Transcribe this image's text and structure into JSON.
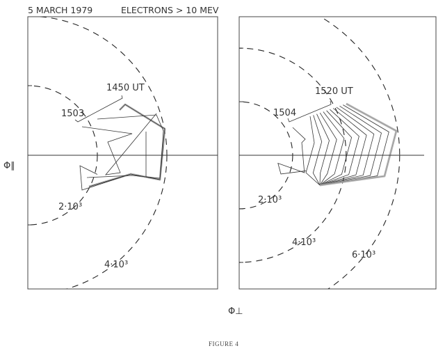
{
  "figure": {
    "caption": "FIGURE 4",
    "title_date": "5 MARCH 1979",
    "title_particles": "ELECTRONS > 10 MEV",
    "y_axis_label": "Φ∥",
    "x_axis_label": "Φ⊥"
  },
  "chart_data": [
    {
      "type": "line",
      "panel": "left",
      "xlabel": "Φ⊥",
      "ylabel": "Φ∥",
      "contours": [
        {
          "value": 2000,
          "label": "2·10³"
        },
        {
          "value": 4000,
          "label": "4·10³"
        }
      ],
      "time_labels": {
        "start": "1450 UT",
        "end": "1503"
      },
      "xlim": [
        0,
        5440
      ],
      "ylim": [
        -3840,
        3960
      ],
      "series": [
        {
          "name": "outer-band",
          "x": [
            2640,
            2800,
            3940,
            3800,
            2960,
            1760
          ],
          "y": [
            1300,
            1460,
            760,
            -700,
            -540,
            -900
          ]
        },
        {
          "name": "trace-a",
          "x": [
            2000,
            3700,
            3900,
            3800,
            3000,
            1700
          ],
          "y": [
            1040,
            1160,
            700,
            -660,
            -580,
            -640
          ]
        },
        {
          "name": "trace-b",
          "x": [
            1560,
            3000,
            2300,
            2660,
            2240,
            3700
          ],
          "y": [
            820,
            620,
            380,
            -500,
            -560,
            1200
          ]
        },
        {
          "name": "trace-c",
          "x": [
            3400,
            3400,
            3800,
            2960,
            1560,
            1500,
            2000
          ],
          "y": [
            680,
            -620,
            -700,
            -540,
            -1000,
            -300,
            -550
          ]
        }
      ]
    },
    {
      "type": "line",
      "panel": "right",
      "xlabel": "Φ⊥",
      "ylabel": "Φ∥",
      "contours": [
        {
          "value": 2000,
          "label": "2·10³"
        },
        {
          "value": 4000,
          "label": "4·10³"
        },
        {
          "value": 6000,
          "label": "6·10³"
        }
      ],
      "time_labels": {
        "start": "1520 UT",
        "end": "1504"
      },
      "xlim": [
        0,
        7360
      ],
      "ylim": [
        -5070,
        5150
      ],
      "n_traces": 12,
      "inner_trace": {
        "x": [
          2652,
          2808,
          2496,
          3016
        ],
        "y": [
          1456,
          468,
          -650,
          -1118
        ]
      },
      "outer_trace": {
        "x": [
          4004,
          5876,
          5434,
          3016
        ],
        "y": [
          1924,
          910,
          -780,
          -1118
        ]
      },
      "series": [
        {
          "name": "early-trace",
          "x": [
            2000,
            2470,
            2340,
            2440,
            1450,
            1560,
            2500
          ],
          "y": [
            1040,
            600,
            470,
            -650,
            -300,
            -700,
            -580
          ]
        }
      ]
    }
  ]
}
